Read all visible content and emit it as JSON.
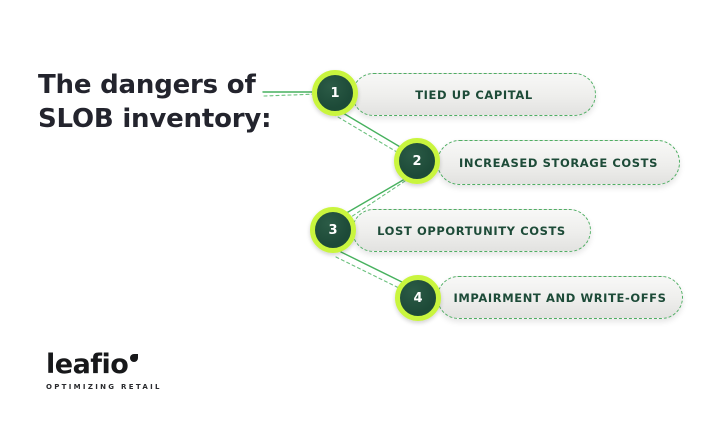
{
  "title": {
    "line1": "The dangers of",
    "line2": "SLOB inventory:"
  },
  "items": [
    {
      "number": "1",
      "label": "TIED UP CAPITAL"
    },
    {
      "number": "2",
      "label": "INCREASED STORAGE COSTS"
    },
    {
      "number": "3",
      "label": "LOST OPPORTUNITY COSTS"
    },
    {
      "number": "4",
      "label": "IMPAIRMENT AND WRITE-OFFS"
    }
  ],
  "logo": {
    "wordmark": "leafio",
    "tagline": "OPTIMIZING RETAIL"
  },
  "colors": {
    "background": "#ffffff",
    "title_text": "#23242d",
    "circle_fill": "#1d4a38",
    "circle_ring": "#c9f53e",
    "pill_text": "#1d4b38",
    "pill_border": "#4fae63",
    "connector": "#47b15e",
    "logo_text": "#17181a"
  }
}
